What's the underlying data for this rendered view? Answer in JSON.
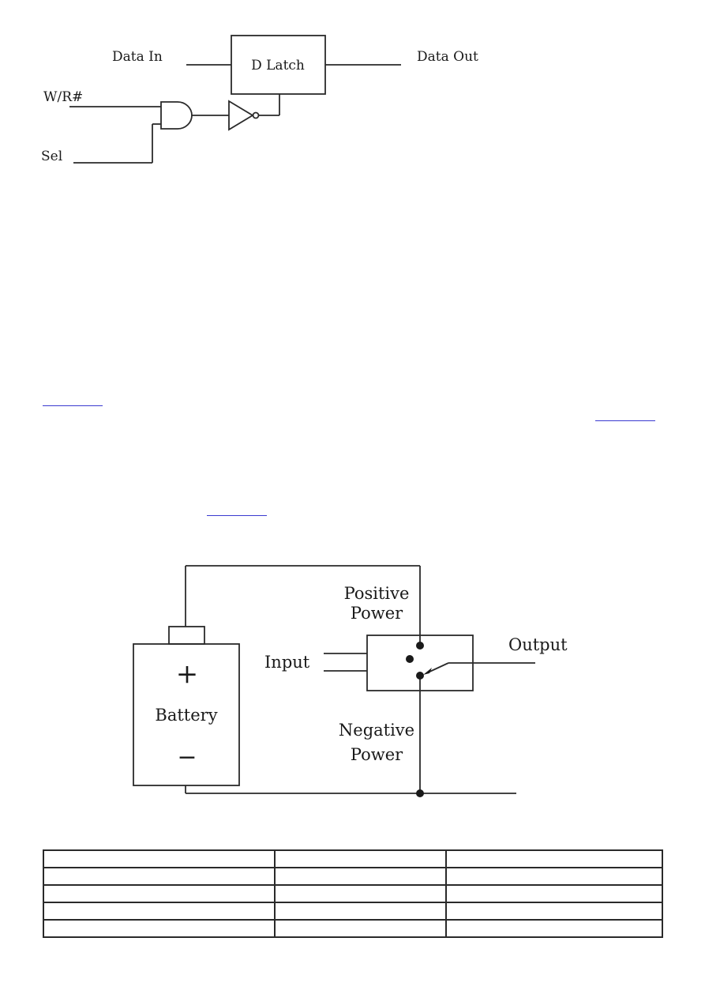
{
  "latch_diagram": {
    "data_in": "Data In",
    "latch_label": "D Latch",
    "data_out": "Data Out",
    "wr": "W/R#",
    "sel": "Sel"
  },
  "links": [
    "",
    "",
    ""
  ],
  "battery_diagram": {
    "positive_power": [
      "Positive",
      "Power"
    ],
    "negative_power": [
      "Negative",
      "Power"
    ],
    "input": "Input",
    "output": "Output",
    "plus": "+",
    "battery": "Battery",
    "minus": "−"
  },
  "table": {
    "rows": [
      [
        "",
        "",
        ""
      ],
      [
        "",
        "",
        ""
      ],
      [
        "",
        "",
        ""
      ],
      [
        "",
        "",
        ""
      ],
      [
        "",
        "",
        ""
      ]
    ]
  }
}
